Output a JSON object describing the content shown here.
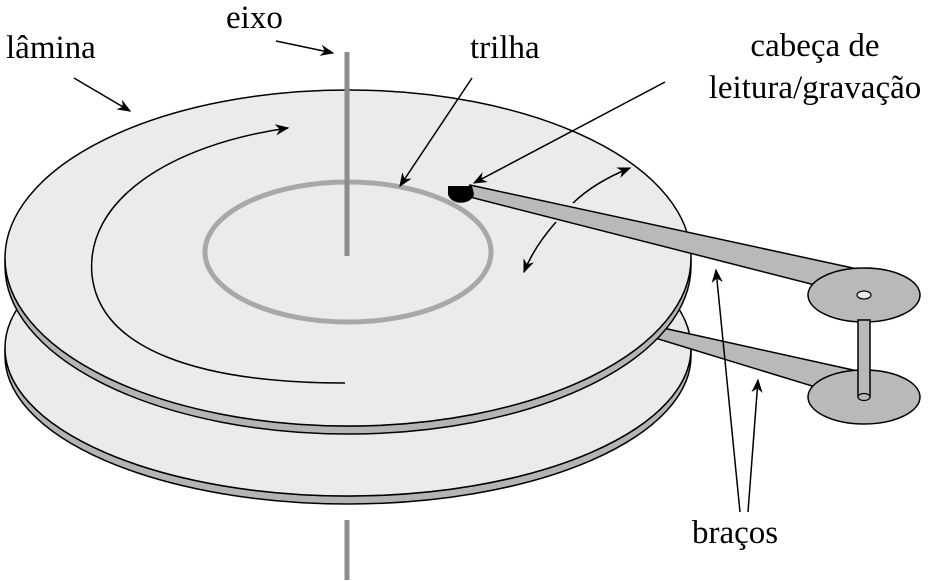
{
  "labels": {
    "lamina": "lâmina",
    "eixo": "eixo",
    "trilha": "trilha",
    "cabeca_line1": "cabeça de",
    "cabeca_line2": "leitura/gravação",
    "bracos": "braços"
  },
  "colors": {
    "platter_fill": "#ebebeb",
    "platter_edge": "#b4b4b4",
    "track": "#a8a8a8",
    "spindle": "#8c8c8c",
    "arm_fill": "#b9b9b9",
    "outline": "#000000",
    "background": "#ffffff"
  }
}
